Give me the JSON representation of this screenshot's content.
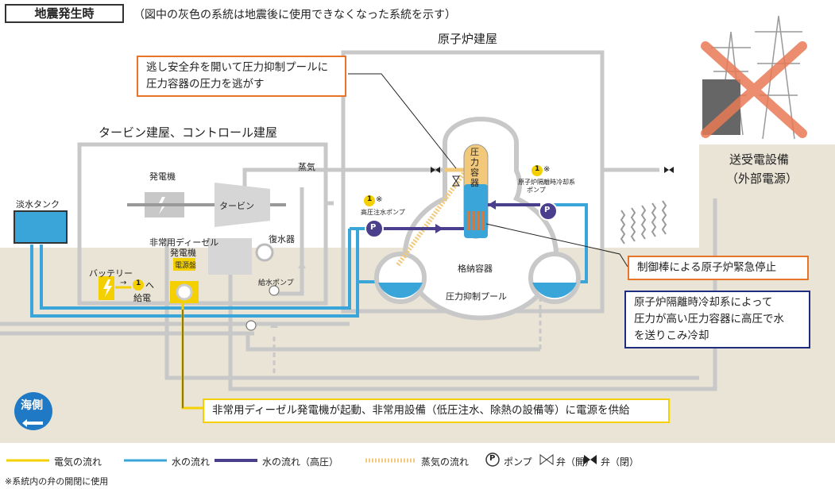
{
  "header": {
    "title": "地震発生時",
    "note": "（図中の灰色の系統は地震後に使用できなくなった系統を示す）"
  },
  "buildings": {
    "reactor": "原子炉建屋",
    "turbine": "タービン建屋、コントロール建屋",
    "substation": "送受電設備",
    "substation_sub": "（外部電源）"
  },
  "labels": {
    "freshwater_tank": "淡水タンク",
    "generator": "発電機",
    "turbine": "タービン",
    "diesel_gen_line1": "非常用ディーゼル",
    "diesel_gen_line2": "発電機",
    "condenser": "復水器",
    "battery": "バッテリー",
    "battery_arrow": "へ",
    "battery_arrow_num": "1",
    "power_supply": "給電",
    "power_panel": "電源盤",
    "feedwater_pump": "給水ポンプ",
    "steam": "蒸気",
    "pressure_vessel": "圧力容器",
    "containment": "格納容器",
    "suppression_pool": "圧力抑制プール",
    "rcic_num": "1",
    "rcic_mark": "※",
    "rcic_line1": "原子炉隔離時冷却系",
    "rcic_line2": "ポンプ",
    "hpci_num": "1",
    "hpci_mark": "※",
    "hpci": "高圧注水ポンプ",
    "pump_symbol": "P",
    "sea_side": "海側"
  },
  "callouts": {
    "safety_valve_line1": "逃し安全弁を開いて圧力抑制プールに",
    "safety_valve_line2": "圧力容器の圧力を逃がす",
    "scram": "制御棒による原子炉緊急停止",
    "rcic_line1": "原子炉隔離時冷却系によって",
    "rcic_line2": "圧力が高い圧力容器に高圧で水",
    "rcic_line3": "を送りこみ冷却",
    "diesel": "非常用ディーゼル発電機が起動、非常用設備（低圧注水、除熱の設備等）に電源を供給"
  },
  "legend": {
    "electric": "電気の流れ",
    "water": "水の流れ",
    "water_hp": "水の流れ（高圧）",
    "steam": "蒸気の流れ",
    "pump_symbol": "P",
    "pump": "ポンプ",
    "valve_open": "弁（開）",
    "valve_closed": "弁（閉）"
  },
  "footnote": "※系統内の弁の開閉に使用",
  "colors": {
    "electric": "#f5d000",
    "water": "#3aa5d8",
    "water_hp": "#4a3f8c",
    "steam": "#f2c97a",
    "gray": "#c8c8c8",
    "ground": "#eae4d6",
    "orange": "#e8742a",
    "navy": "#1f2d80"
  }
}
